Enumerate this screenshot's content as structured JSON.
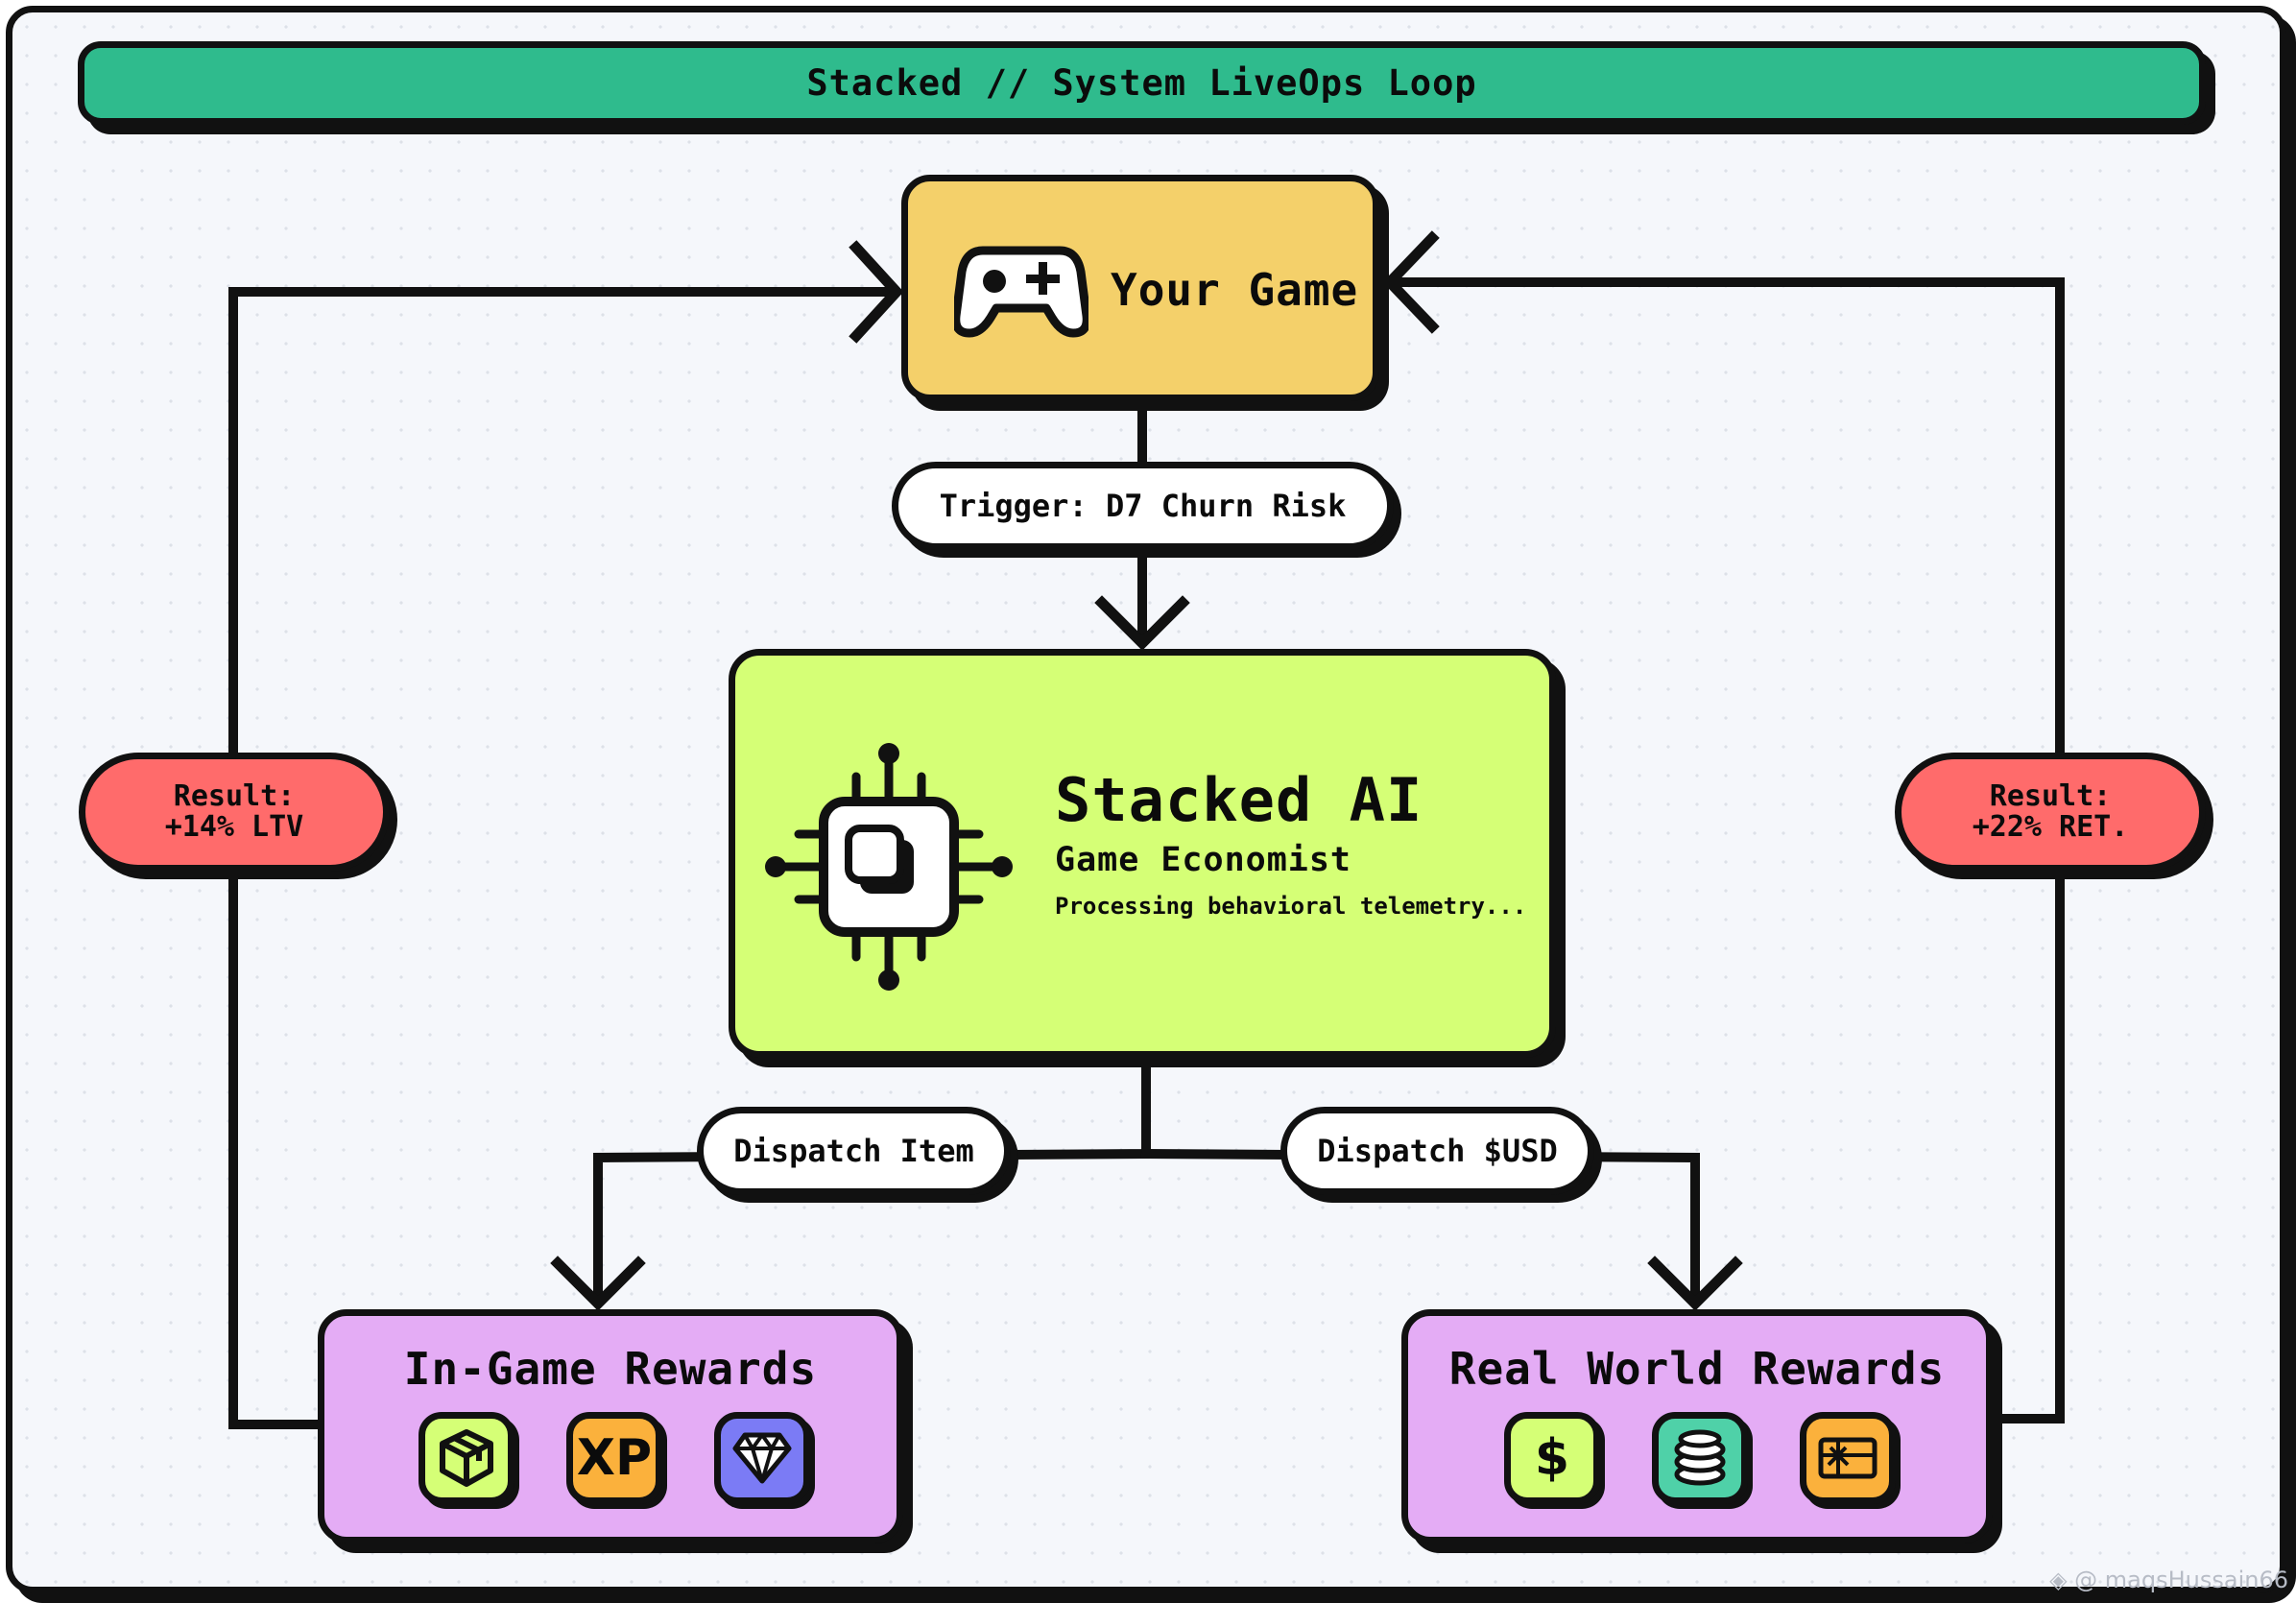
{
  "header": {
    "title": "Stacked // System LiveOps Loop"
  },
  "game": {
    "title": "Your Game",
    "icon": "gamepad-icon"
  },
  "trigger": {
    "label": "Trigger: D7 Churn Risk"
  },
  "ai": {
    "title": "Stacked AI",
    "subtitle": "Game Economist",
    "status": "Processing behavioral telemetry...",
    "icon": "chip-icon"
  },
  "dispatch": {
    "item_label": "Dispatch Item",
    "usd_label": "Dispatch $USD"
  },
  "results": {
    "left": {
      "line1": "Result:",
      "line2": "+14% LTV"
    },
    "right": {
      "line1": "Result:",
      "line2": "+22% RET."
    }
  },
  "in_game_rewards": {
    "title": "In-Game Rewards",
    "tiles": [
      {
        "icon": "box-icon",
        "color": "#d5ff76"
      },
      {
        "icon": "xp-icon",
        "label": "XP",
        "color": "#fbb13c"
      },
      {
        "icon": "gem-icon",
        "color": "#7b7bf5"
      }
    ]
  },
  "real_world_rewards": {
    "title": "Real World Rewards",
    "tiles": [
      {
        "icon": "dollar-icon",
        "label": "$",
        "color": "#d5ff76"
      },
      {
        "icon": "coins-icon",
        "color": "#4fd1a8"
      },
      {
        "icon": "gift-card-icon",
        "color": "#fbb13c"
      }
    ]
  },
  "watermark": "◈ @ maqsHussain66",
  "colors": {
    "header": "#2fbb8d",
    "game": "#f4d06a",
    "ai": "#d5ff76",
    "result": "#ff6b6b",
    "reward": "#e4acf5",
    "outline": "#111111"
  }
}
